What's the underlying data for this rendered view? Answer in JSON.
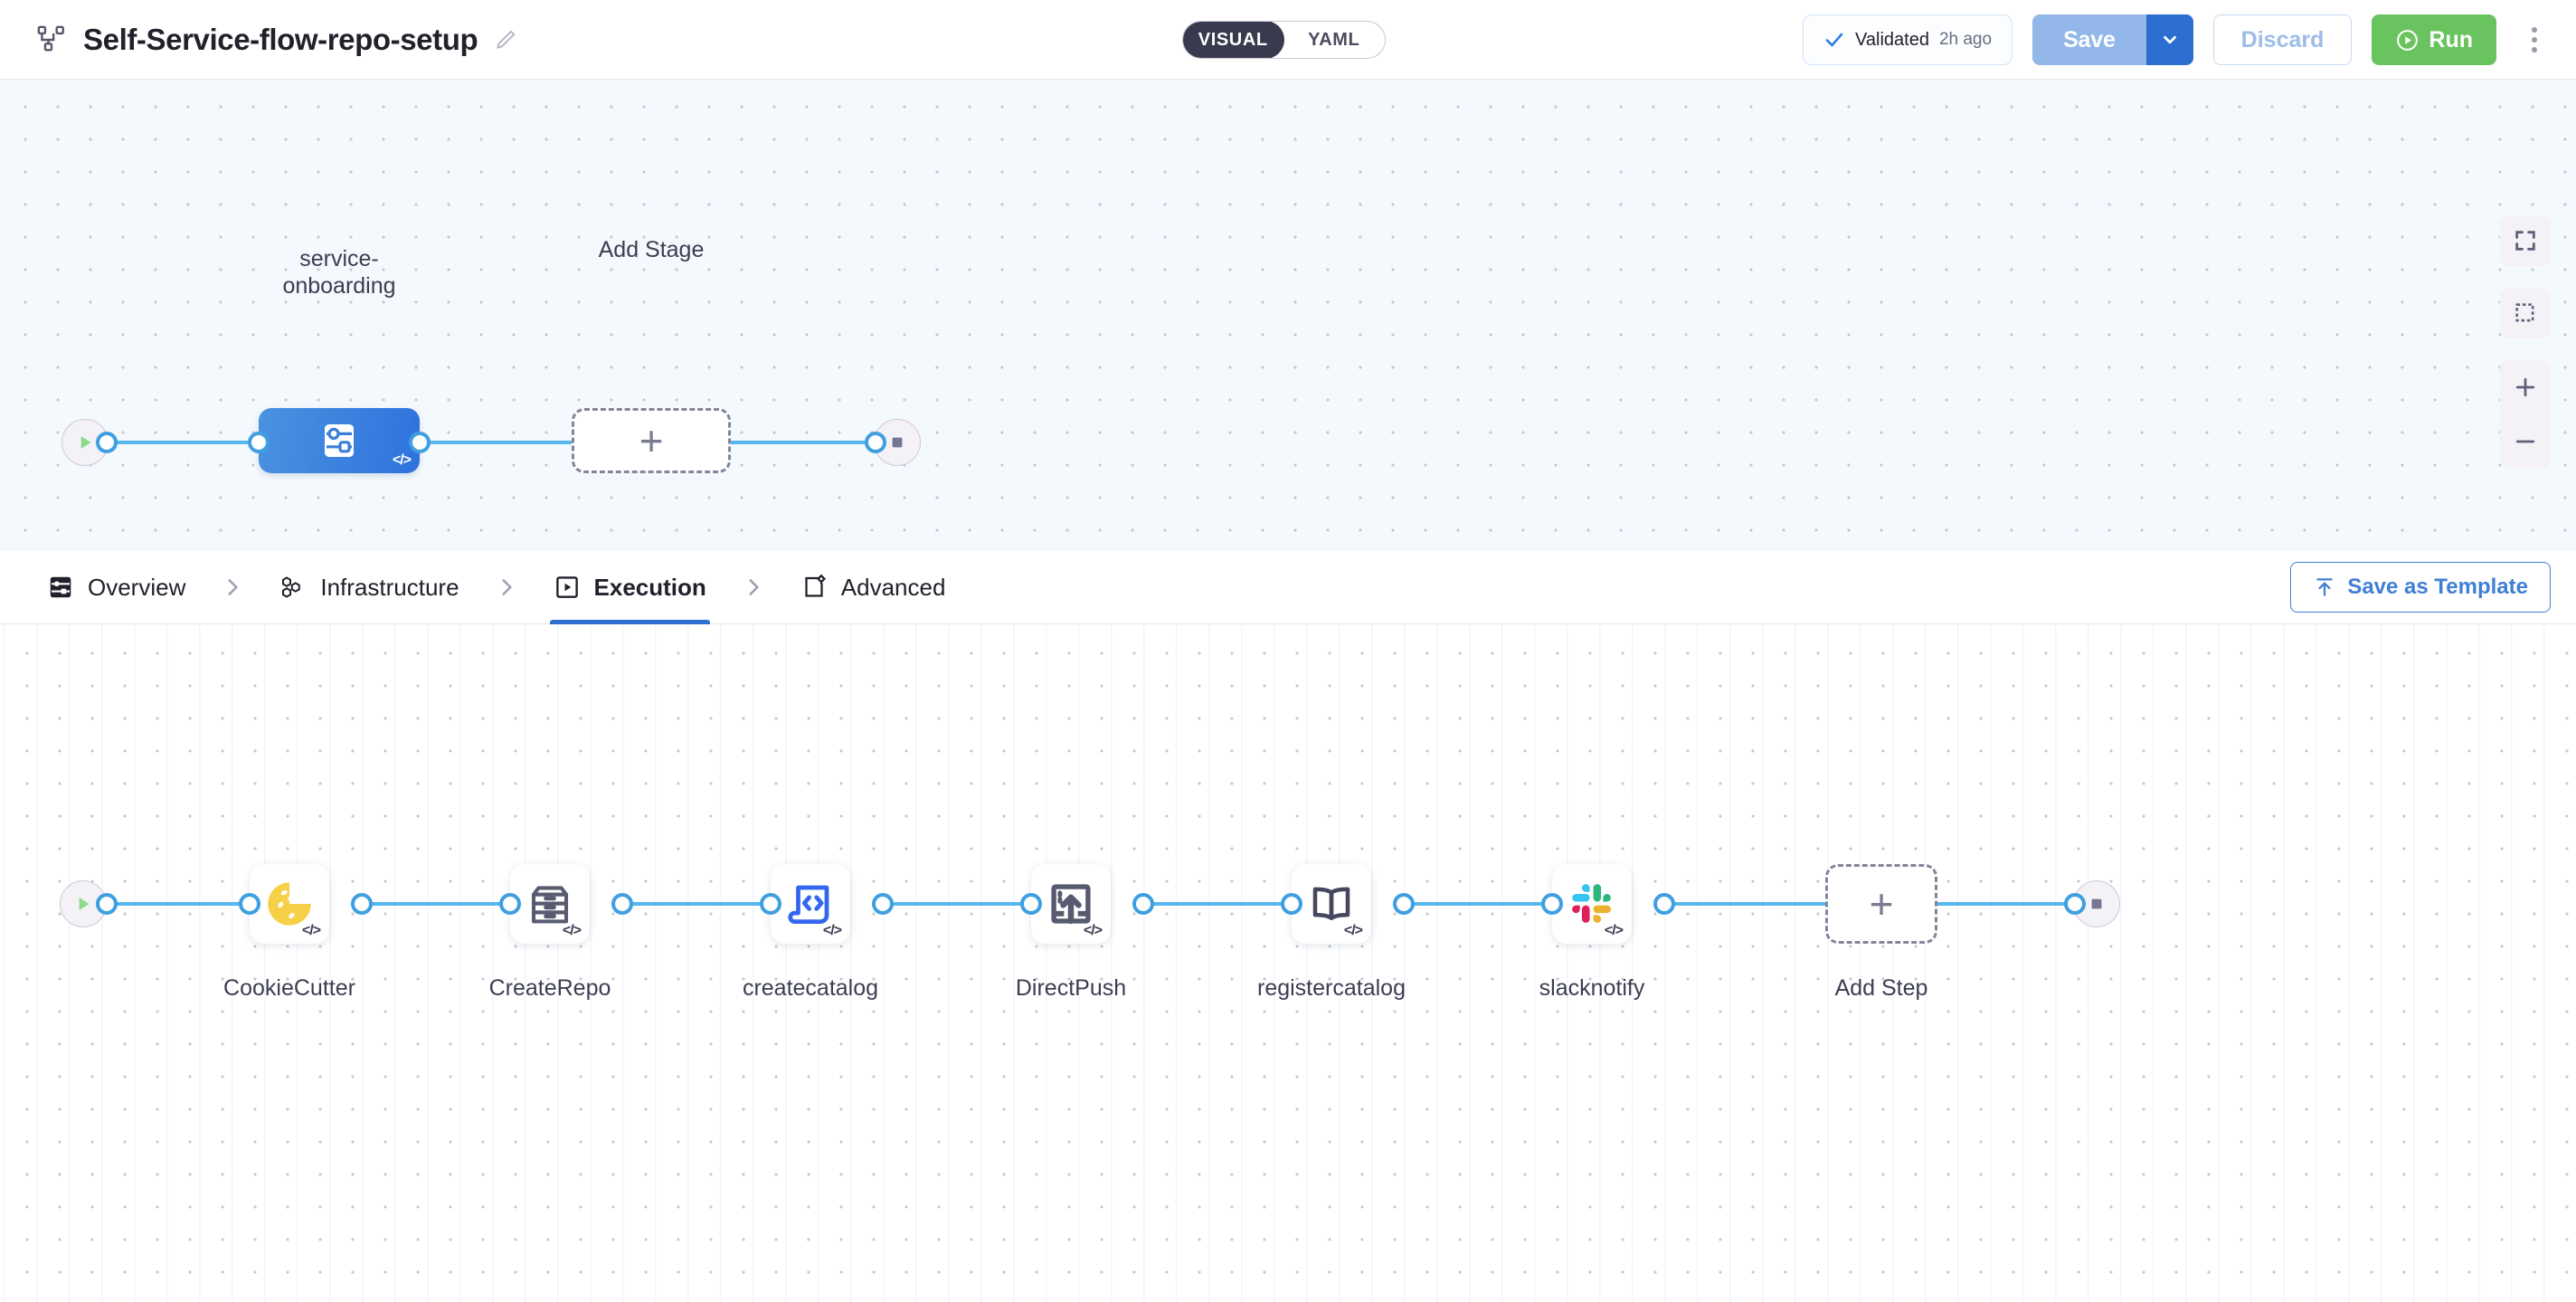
{
  "header": {
    "pipeline_icon": "pipeline-icon",
    "title": "Self-Service-flow-repo-setup",
    "edit_icon": "pencil-icon",
    "mode_toggle": {
      "options": [
        {
          "label": "VISUAL",
          "active": true
        },
        {
          "label": "YAML",
          "active": false
        }
      ]
    },
    "validated": {
      "icon": "check-icon",
      "label": "Validated",
      "time": "2h ago"
    },
    "save_label": "Save",
    "save_caret_icon": "chevron-down-icon",
    "discard_label": "Discard",
    "run_label": "Run",
    "run_icon": "play-circle-icon",
    "more_icon": "kebab-menu-icon"
  },
  "stage_graph": {
    "start_icon": "play-icon",
    "end_icon": "stop-square-icon",
    "stage": {
      "name": "service-\nonboarding",
      "icon": "stage-glyph-icon",
      "code_badge": "</>"
    },
    "add_stage": {
      "label": "Add Stage",
      "icon": "plus-icon"
    }
  },
  "tabs": {
    "items": [
      {
        "label": "Overview",
        "icon": "overview-icon",
        "active": false
      },
      {
        "label": "Infrastructure",
        "icon": "infrastructure-hexagon-icon",
        "active": false
      },
      {
        "label": "Execution",
        "icon": "execution-icon",
        "active": true
      },
      {
        "label": "Advanced",
        "icon": "advanced-gear-icon",
        "active": false
      }
    ],
    "separator_icon": "chevron-right-icon",
    "save_template": {
      "label": "Save as Template",
      "icon": "upload-icon"
    }
  },
  "step_graph": {
    "start_icon": "play-icon",
    "end_icon": "stop-square-icon",
    "code_badge": "</>",
    "steps": [
      {
        "name": "CookieCutter",
        "icon": "cookie-icon"
      },
      {
        "name": "CreateRepo",
        "icon": "repository-drawer-icon"
      },
      {
        "name": "createcatalog",
        "icon": "code-document-icon"
      },
      {
        "name": "DirectPush",
        "icon": "push-upload-icon"
      },
      {
        "name": "registercatalog",
        "icon": "open-book-icon"
      },
      {
        "name": "slacknotify",
        "icon": "slack-icon"
      }
    ],
    "add_step": {
      "label": "Add Step",
      "icon": "plus-icon"
    }
  },
  "canvas_controls": {
    "fit_icon": "fit-to-screen-icon",
    "select_icon": "marquee-select-icon",
    "zoom_in_icon": "zoom-in-icon",
    "zoom_out_icon": "zoom-out-icon"
  },
  "colors": {
    "accent_blue": "#2b6fd1",
    "wire_blue": "#56b6ee",
    "run_green": "#69c45f",
    "stage_blue": "#2e72de",
    "toggle_dark": "#383A4E"
  }
}
